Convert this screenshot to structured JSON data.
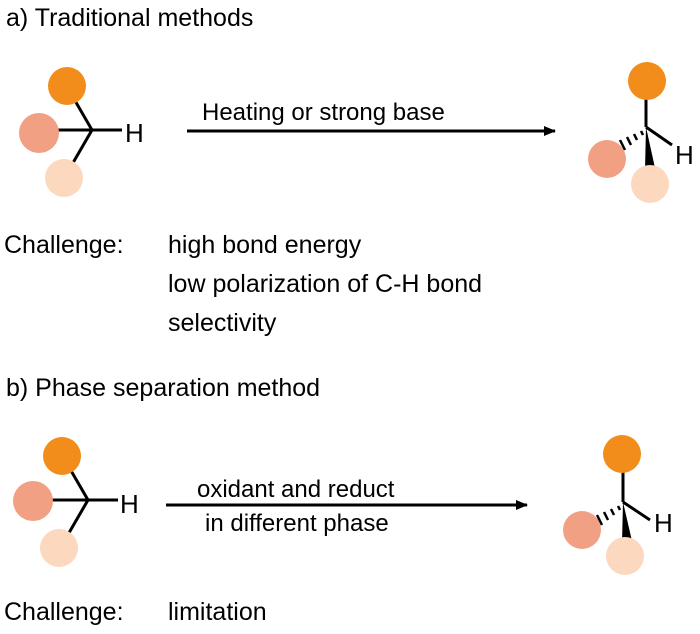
{
  "panel_a": {
    "heading": "a) Traditional methods",
    "reactant_atom": "H",
    "arrow_label": "Heating or strong base",
    "product_atom": "H",
    "challenge_label": "Challenge:",
    "challenges": [
      "high bond energy",
      "low polarization of C-H bond",
      "selectivity"
    ]
  },
  "panel_b": {
    "heading": "b) Phase separation method",
    "reactant_atom": "H",
    "arrow_label_line1": "oxidant and reduct",
    "arrow_label_line2": "in different phase",
    "product_atom": "H",
    "challenge_label": "Challenge:",
    "challenges": [
      "limitation"
    ]
  },
  "colors": {
    "dark_orange": "#F28C1A",
    "salmon": "#F1A083",
    "peach": "#FBD8BE",
    "ink": "#000000"
  }
}
